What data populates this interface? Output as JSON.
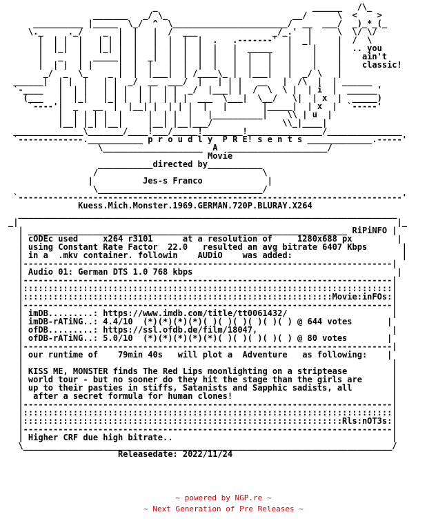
{
  "nfo_text": "                             _                               ______   /\\_\n                 _______   _/ \\_                         __/      \\  <    >\n     __________ |_____  \\_/  ^  \\_______________________/  __  ___/  _)_*_(_\n    \\._     ._/    _  |  |   |  /  ___               _/_.'  |     \\  \\/ \\/\n      |  | |  |   | | |  |   |  |  |  |  .   .-------'  |  _|     |  /  \\\n      |  |_|  |   |_| |  |   |  |  |  |  |   |  _____   |    |    |  .. you\n      |   _   |  _____|  |  _|  |  |  |  |   |  |   |   |    |    |    ain't\n      |  | |  | |     |  |  |   |  |  |  |   |  |   |   |    |    |    classic!\n       _/  _  \\_    _ |  |  |___|  | /____\\_ |  |___|   |  _/ \\   |\n ______|  | |  |   | |  _/  __  ___/  |   | | |   __   |  /\\  |  | ______\n `-____   |  | |   | | |  | |  | |  _/  |___| |  /  \\  \\ |  | i  |  ______'\n   (___   |  |_|   |_| |  | |  | | |  ___  \\___|  \\__/   \\|  | x  |  _____)\n    `----'|  _   __  |  |__| |  | | |  |   |       |_____|  | x  |  `-----'\n          |  | | | |  |     |  | |  |   |__________|    \\\\ | u  |\n          |__| |_| |__|     |__| |__|___/              \\\\_|____|\n ______________\\_______/____!___/_____!________!_______________/_______________\n `-------------.___________ p r o u d l y  P R E! s e n t s _____________.-----'\n                  \\____________________  A  ____________________/\n                                        Movie\n                  ___________directed by___________\n                 /                                 \\\n                |          Jes-s Franco             |\n                 \\_________________________________/\n `-----------------------------------------------------------------------------'\n              Kuess.Mich.Monster.1969.GERMAN.720P.BLURAY.X264\n  ____________________________________________________________________________\n_|                                                                            |_\n  | ________________________________________________________________ RiPiNFO |\n  | cODEc used     x264 r3101      at a resolution of     1280x688 px         |\n  | using Constant Rate Factor  22.0   resulted an avg bitrate 6407 Kbps       |\n  | in a  .mkv container. followin    AUDiO    was added:                      |\n  |--------------------------------------------------------------------------|\n  | Audio 01: German DTS 1.0 768 kbps                                         |\n  |--------------------------------------------------------------------------|\n  |::::::::::::::::::::::::::::::::::::::::::::::::::::::::::::::::::::::::::|\n  |::::::::::::::::::::::::::::::::::::::::::::::::::::::::::::::Movie:inFOs:|\n  |--------------------------------------------------------------------------|\n  | imDB.........: https://www.imdb.com/title/tt0061432/                     |\n  | imDB-rATiNG..: 4.4/10  (*)(*)(*)(*)( )( )( )( )( )( ) @ 644 votes       |\n  | ofDB.........: https://ssl.ofdb.de/film/18047,                           |\n  | ofDB-rATiNG..: 5.0/10  (*)(*)(*)(*)(*)( )( )( )( )( ) @ 80 votes        |\n  |--------------------------------------------------------------------------|\n  | our runtime of    79min 40s   will plot a  Adventure   as following:    |\n  |                                                                          |\n  | KISS ME, MONSTER finds The Red Lips moonlighting on a striptease         |\n  | world tour - but no sooner do they hit the stage than the girls are      |\n  | up to their pasties in stiffs, Satanists and Sapphic sadists, all        |\n  |  after a secret formula for human clones!                                |\n  |--------------------------------------------------------------------------|\n  |::::::::::::::::::::::::::::::::::::::::::::::::::::::::::::::::::::::::::|\n  |::::::::::::::::::::::::::::::::::::::::::::::::::::::::::::::::Rls:nOT3s:|\n  |--------------------------------------------------------------------------|\n  | Higher CRF due high bitrate..                                            |\n  \\__________________________________________________________________________/\n                      Releasedate: 2022/11/24",
  "footer": {
    "line1": "~ powered by NGP.re ~",
    "line2": "~ Next Generation of Pre Releases ~",
    "accent_color": "#cc0000"
  }
}
